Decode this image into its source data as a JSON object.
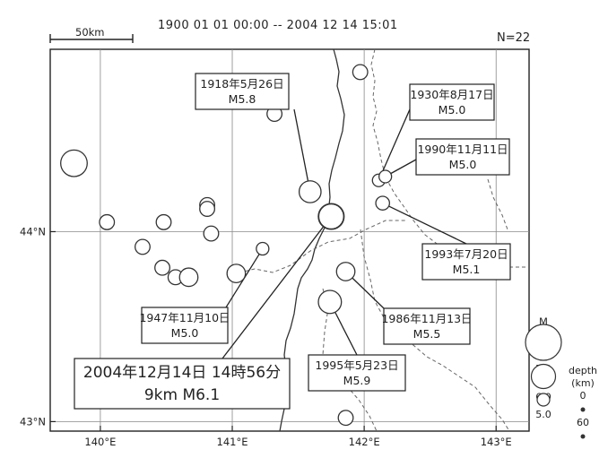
{
  "header": {
    "period": "1900 01 01 00:00 -- 2004 12 14 15:01",
    "count": "N=22",
    "scale_label": "50km"
  },
  "axes": {
    "x_ticks": [
      {
        "lon": 140,
        "label": "140°E"
      },
      {
        "lon": 141,
        "label": "141°E"
      },
      {
        "lon": 142,
        "label": "142°E"
      },
      {
        "lon": 143,
        "label": "143°E"
      }
    ],
    "y_ticks": [
      {
        "lat": 44,
        "label": "44°N"
      },
      {
        "lat": 43,
        "label": "43°N"
      }
    ],
    "lon_range": [
      139.62,
      143.25
    ],
    "lat_range": [
      42.95,
      44.96
    ]
  },
  "events": [
    {
      "lon": 141.59,
      "lat": 44.21,
      "mag": 5.8,
      "label": [
        "1918年5月26日",
        "M5.8"
      ],
      "highlight": false
    },
    {
      "lon": 141.75,
      "lat": 44.08,
      "mag": 6.1,
      "label": [
        "2004年12月14日 14時56分",
        "9km M6.1"
      ],
      "highlight": true
    },
    {
      "lon": 141.23,
      "lat": 43.91,
      "mag": 5.0,
      "label": [
        "1947年11月10日",
        "M5.0"
      ],
      "highlight": false
    },
    {
      "lon": 141.86,
      "lat": 43.79,
      "mag": 5.5,
      "label": [
        "1986年11月13日",
        "M5.5"
      ],
      "highlight": false
    },
    {
      "lon": 141.74,
      "lat": 43.63,
      "mag": 5.9,
      "label": [
        "1995年5月23日",
        "M5.9"
      ],
      "highlight": false
    },
    {
      "lon": 142.11,
      "lat": 44.27,
      "mag": 5.0,
      "label": [
        "1930年8月17日",
        "M5.0"
      ],
      "highlight": false
    },
    {
      "lon": 142.16,
      "lat": 44.29,
      "mag": 5.0,
      "label": [
        "1990年11月11日",
        "M5.0"
      ],
      "highlight": false
    },
    {
      "lon": 142.14,
      "lat": 44.15,
      "mag": 5.1,
      "label": [
        "1993年7月20日",
        "M5.1"
      ],
      "highlight": false
    },
    {
      "lon": 139.8,
      "lat": 44.36,
      "mag": 6.2,
      "label": null
    },
    {
      "lon": 140.05,
      "lat": 44.05,
      "mag": 5.2,
      "label": null
    },
    {
      "lon": 140.32,
      "lat": 43.92,
      "mag": 5.2,
      "label": null
    },
    {
      "lon": 140.47,
      "lat": 43.81,
      "mag": 5.2,
      "label": null
    },
    {
      "lon": 140.57,
      "lat": 43.76,
      "mag": 5.2,
      "label": null
    },
    {
      "lon": 140.67,
      "lat": 43.76,
      "mag": 5.5,
      "label": null
    },
    {
      "lon": 140.48,
      "lat": 44.05,
      "mag": 5.2,
      "label": null
    },
    {
      "lon": 140.81,
      "lat": 44.14,
      "mag": 5.2,
      "label": null
    },
    {
      "lon": 140.81,
      "lat": 44.12,
      "mag": 5.2,
      "label": null
    },
    {
      "lon": 140.84,
      "lat": 43.99,
      "mag": 5.2,
      "label": null
    },
    {
      "lon": 141.03,
      "lat": 43.78,
      "mag": 5.5,
      "label": null
    },
    {
      "lon": 141.32,
      "lat": 44.62,
      "mag": 5.2,
      "label": null
    },
    {
      "lon": 141.97,
      "lat": 44.84,
      "mag": 5.2,
      "label": null
    },
    {
      "lon": 141.86,
      "lat": 43.02,
      "mag": 5.2,
      "label": null
    }
  ],
  "legend": {
    "mag_title": "M",
    "mag_items": [
      "7.0",
      "6.0",
      "5.0"
    ],
    "depth_title": [
      "depth",
      "(km)"
    ],
    "depth_items": [
      "0",
      "60"
    ]
  }
}
